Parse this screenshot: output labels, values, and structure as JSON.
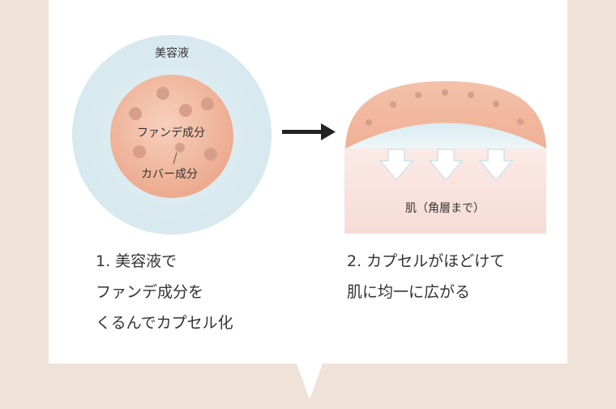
{
  "step1": {
    "outer_label": "美容液",
    "inner_label_1": "ファンデ成分",
    "inner_label_2": "カバー成分",
    "caption_lines": [
      "1. 美容液で",
      "ファンデ成分を",
      "くるんでカプセル化"
    ]
  },
  "step2": {
    "skin_label": "肌（角層まで）",
    "caption_lines": [
      "2. カプセルがほどけて",
      "肌に均一に広がる"
    ]
  },
  "colors": {
    "background": "#efe2d8",
    "serum_circle": "#dcebf0",
    "foundation_core": "#f0b196",
    "particle": "#d8a08c",
    "skin": "#f9e3df",
    "arrow": "#222222"
  },
  "icons": [
    "right-arrow-icon",
    "down-arrow-icon"
  ]
}
